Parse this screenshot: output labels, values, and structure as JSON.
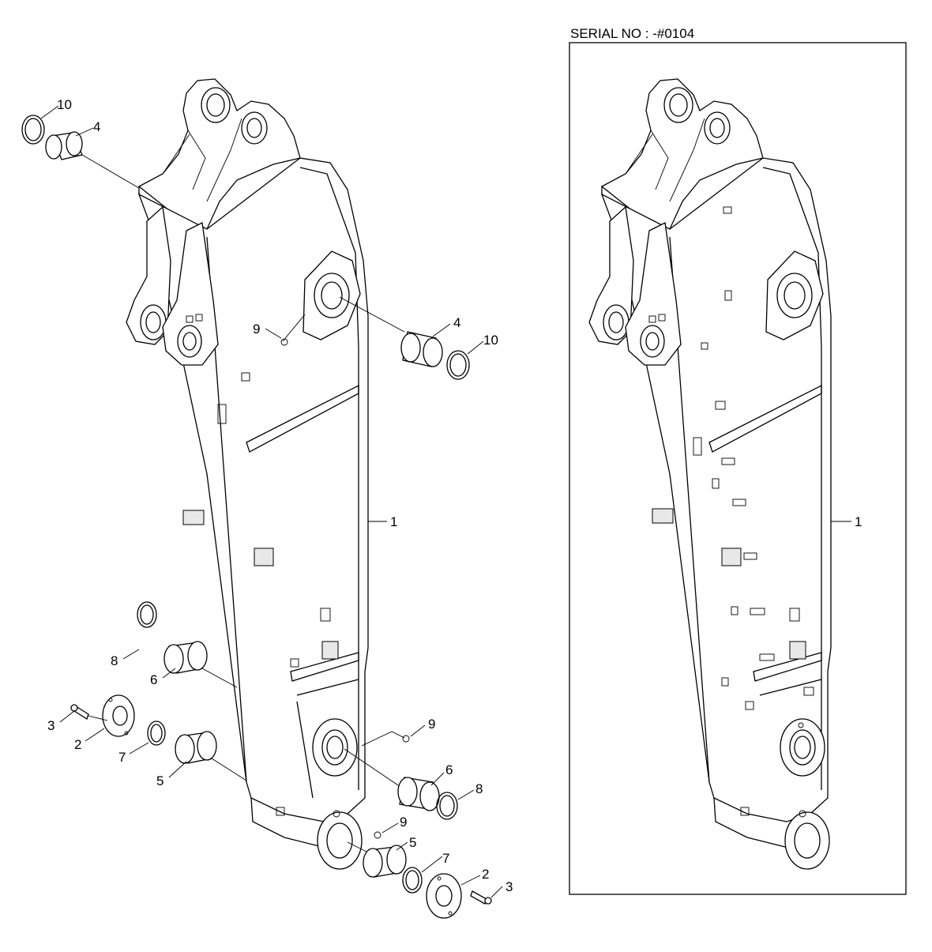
{
  "serial_label": "SERIAL NO : -#0104",
  "callouts_left": {
    "c10a": "10",
    "c4a": "4",
    "c9a": "9",
    "c4b": "4",
    "c10b": "10",
    "c1": "1",
    "c8a": "8",
    "c6a": "6",
    "c3a": "3",
    "c2a": "2",
    "c7a": "7",
    "c5a": "5",
    "c9b": "9",
    "c6b": "6",
    "c8b": "8",
    "c9c": "9",
    "c5b": "5",
    "c7b": "7",
    "c2b": "2",
    "c3b": "3"
  },
  "callouts_right": {
    "c1": "1"
  }
}
